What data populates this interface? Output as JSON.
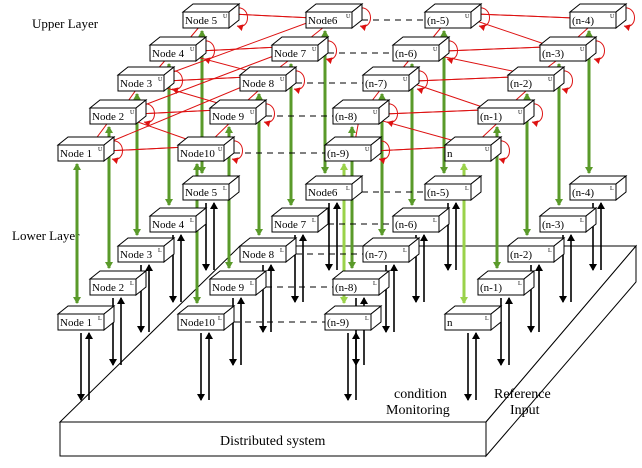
{
  "labels": {
    "upper_layer": "Upper Layer",
    "lower_layer": "Lower Layer",
    "system": "Distributed system",
    "condition_line1": "condition",
    "condition_line2": "Monitoring",
    "reference_line1": "Reference",
    "reference_line2": "Input"
  },
  "colors": {
    "red_arrow": "#dd1111",
    "green_link": "#5a9a2a",
    "light_green_link": "#9ad24a",
    "box_fill": "#ffffff",
    "stroke": "#000000"
  },
  "upper_nodes": [
    {
      "id": "u5",
      "text": "Node 5",
      "sup": "U"
    },
    {
      "id": "u6",
      "text": "Node6",
      "sup": "U"
    },
    {
      "id": "u4",
      "text": "Node 4",
      "sup": "U"
    },
    {
      "id": "u7",
      "text": "Node 7",
      "sup": "U"
    },
    {
      "id": "u3",
      "text": "Node 3",
      "sup": "U"
    },
    {
      "id": "u8",
      "text": "Node 8",
      "sup": "U"
    },
    {
      "id": "u2",
      "text": "Node 2",
      "sup": "U"
    },
    {
      "id": "u9",
      "text": "Node 9",
      "sup": "U"
    },
    {
      "id": "u1",
      "text": "Node 1",
      "sup": "U"
    },
    {
      "id": "u10",
      "text": "Node10",
      "sup": "U"
    },
    {
      "id": "un5",
      "text": "(n-5)",
      "sup": "U"
    },
    {
      "id": "un4",
      "text": "(n-4)",
      "sup": "U"
    },
    {
      "id": "un6",
      "text": "(n-6)",
      "sup": "U"
    },
    {
      "id": "un3",
      "text": "(n-3)",
      "sup": "U"
    },
    {
      "id": "un7",
      "text": "(n-7)",
      "sup": "U"
    },
    {
      "id": "un2",
      "text": "(n-2)",
      "sup": "U"
    },
    {
      "id": "un8",
      "text": "(n-8)",
      "sup": "U"
    },
    {
      "id": "un1",
      "text": "(n-1)",
      "sup": "U"
    },
    {
      "id": "un9",
      "text": "(n-9)",
      "sup": "U"
    },
    {
      "id": "un",
      "text": "n",
      "sup": "U"
    }
  ],
  "lower_nodes": [
    {
      "id": "l5",
      "text": "Node 5",
      "sup": "L"
    },
    {
      "id": "l6",
      "text": "Node6",
      "sup": "L"
    },
    {
      "id": "l4",
      "text": "Node 4",
      "sup": "L"
    },
    {
      "id": "l7",
      "text": "Node 7",
      "sup": "L"
    },
    {
      "id": "l3",
      "text": "Node 3",
      "sup": "L"
    },
    {
      "id": "l8",
      "text": "Node 8",
      "sup": "L"
    },
    {
      "id": "l2",
      "text": "Node 2",
      "sup": "L"
    },
    {
      "id": "l9",
      "text": "Node 9",
      "sup": "L"
    },
    {
      "id": "l1",
      "text": "Node 1",
      "sup": "L"
    },
    {
      "id": "l10",
      "text": "Node10",
      "sup": "L"
    },
    {
      "id": "ln5",
      "text": "(n-5)",
      "sup": "L"
    },
    {
      "id": "ln4",
      "text": "(n-4)",
      "sup": "L"
    },
    {
      "id": "ln6",
      "text": "(n-6)",
      "sup": "L"
    },
    {
      "id": "ln3",
      "text": "(n-3)",
      "sup": "L"
    },
    {
      "id": "ln7",
      "text": "(n-7)",
      "sup": "L"
    },
    {
      "id": "ln2",
      "text": "(n-2)",
      "sup": "L"
    },
    {
      "id": "ln8",
      "text": "(n-8)",
      "sup": "L"
    },
    {
      "id": "ln1",
      "text": "(n-1)",
      "sup": "L"
    },
    {
      "id": "ln9",
      "text": "(n-9)",
      "sup": "L"
    },
    {
      "id": "ln",
      "text": "n",
      "sup": "L"
    }
  ]
}
